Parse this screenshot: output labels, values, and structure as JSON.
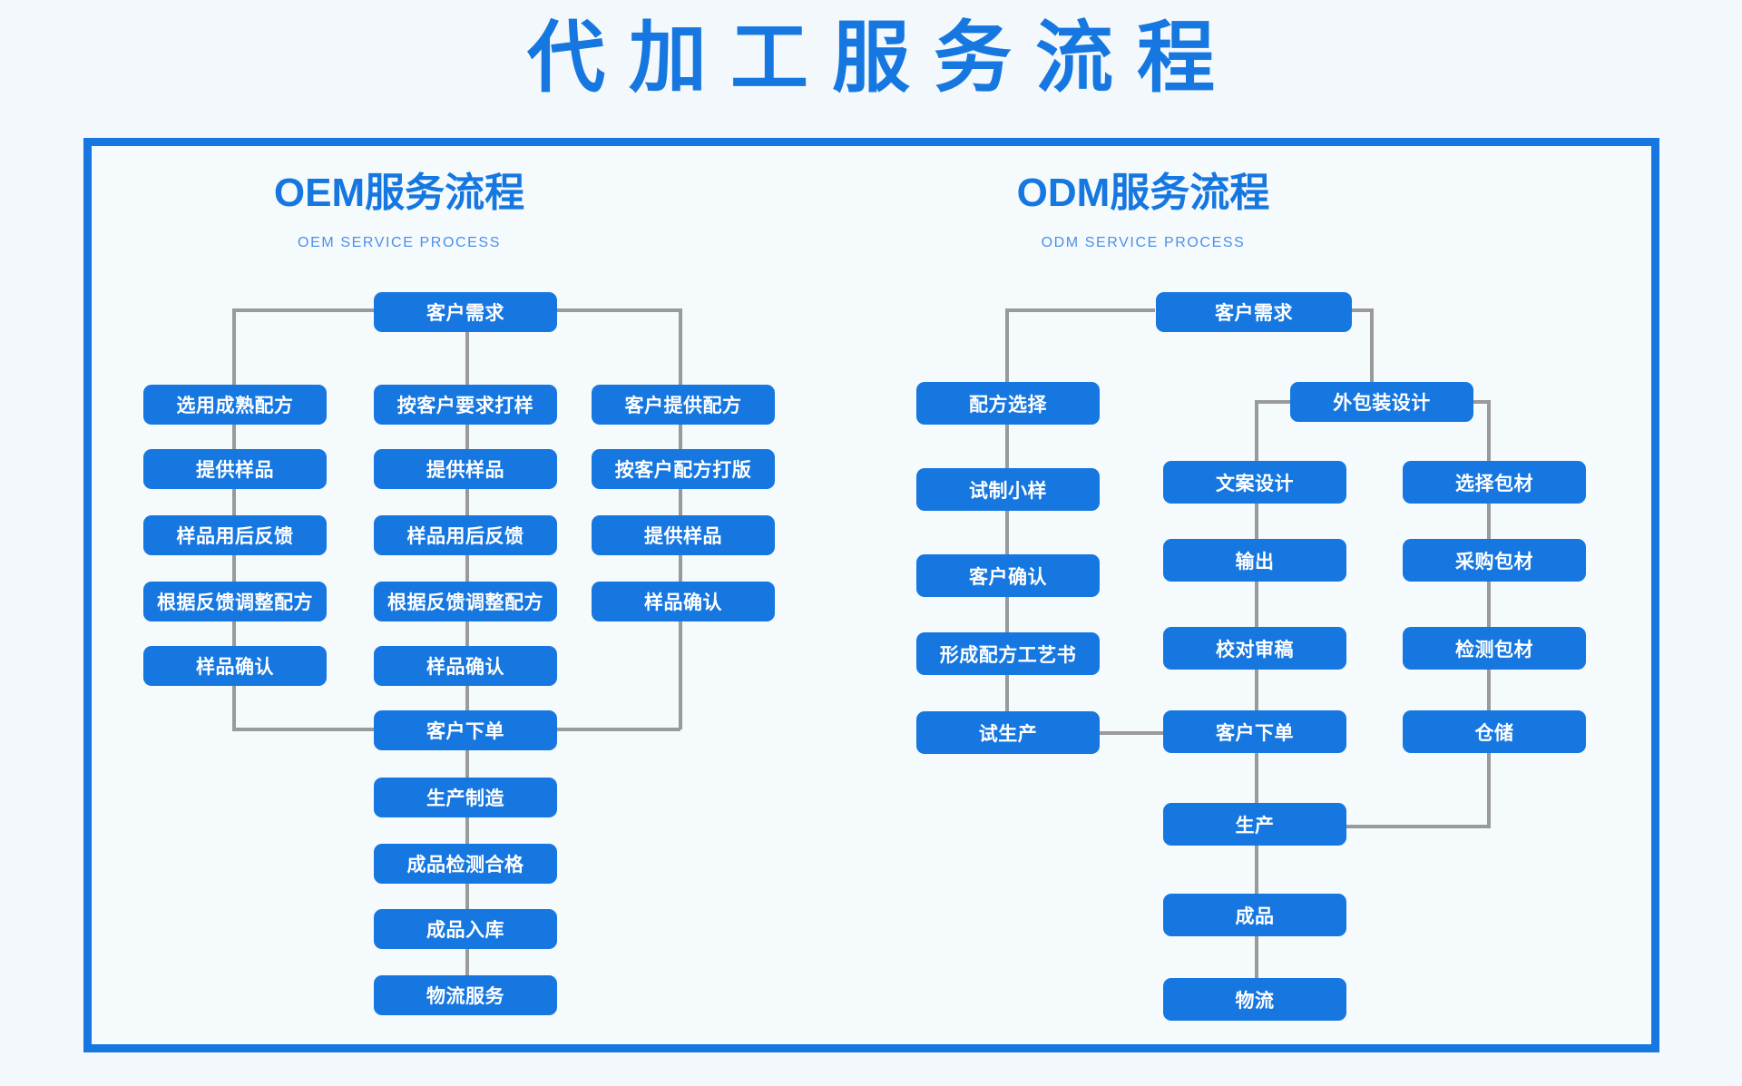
{
  "page": {
    "title": "代加工服务流程",
    "background_color": "#f2f8fc",
    "accent_color": "#1677e0",
    "connector_color": "#9a9a9a",
    "panel_color": "#f5fafd"
  },
  "oem": {
    "title": "OEM服务流程",
    "subtitle": "OEM SERVICE PROCESS",
    "root": "客户需求",
    "branch_a": [
      "选用成熟配方",
      "提供样品",
      "样品用后反馈",
      "根据反馈调整配方",
      "样品确认"
    ],
    "branch_b": [
      "按客户要求打样",
      "提供样品",
      "样品用后反馈",
      "根据反馈调整配方",
      "样品确认"
    ],
    "branch_c": [
      "客户提供配方",
      "按客户配方打版",
      "提供样品",
      "样品确认"
    ],
    "merge": "客户下单",
    "tail": [
      "生产制造",
      "成品检测合格",
      "成品入库",
      "物流服务"
    ]
  },
  "odm": {
    "title": "ODM服务流程",
    "subtitle": "ODM SERVICE PROCESS",
    "root": "客户需求",
    "formula_branch": [
      "配方选择",
      "试制小样",
      "客户确认",
      "形成配方工艺书",
      "试生产"
    ],
    "packaging_head": "外包装设计",
    "design_branch": [
      "文案设计",
      "输出",
      "校对审稿",
      "客户下单"
    ],
    "material_branch": [
      "选择包材",
      "采购包材",
      "检测包材",
      "仓储"
    ],
    "tail": [
      "生产",
      "成品",
      "物流"
    ]
  },
  "chart_data": {
    "type": "diagram",
    "title": "代加工服务流程",
    "flows": [
      {
        "name": "OEM服务流程",
        "subtitle": "OEM SERVICE PROCESS",
        "start": "客户需求",
        "paths": [
          [
            "客户需求",
            "选用成熟配方",
            "提供样品",
            "样品用后反馈",
            "根据反馈调整配方",
            "样品确认",
            "客户下单"
          ],
          [
            "客户需求",
            "按客户要求打样",
            "提供样品",
            "样品用后反馈",
            "根据反馈调整配方",
            "样品确认",
            "客户下单"
          ],
          [
            "客户需求",
            "客户提供配方",
            "按客户配方打版",
            "提供样品",
            "样品确认",
            "客户下单"
          ]
        ],
        "end_sequence": [
          "客户下单",
          "生产制造",
          "成品检测合格",
          "成品入库",
          "物流服务"
        ]
      },
      {
        "name": "ODM服务流程",
        "subtitle": "ODM SERVICE PROCESS",
        "start": "客户需求",
        "paths": [
          [
            "客户需求",
            "配方选择",
            "试制小样",
            "客户确认",
            "形成配方工艺书",
            "试生产",
            "客户下单"
          ],
          [
            "客户需求",
            "外包装设计",
            "文案设计",
            "输出",
            "校对审稿",
            "客户下单"
          ],
          [
            "客户需求",
            "外包装设计",
            "选择包材",
            "采购包材",
            "检测包材",
            "仓储",
            "生产"
          ]
        ],
        "end_sequence": [
          "客户下单",
          "生产",
          "成品",
          "物流"
        ]
      }
    ]
  }
}
